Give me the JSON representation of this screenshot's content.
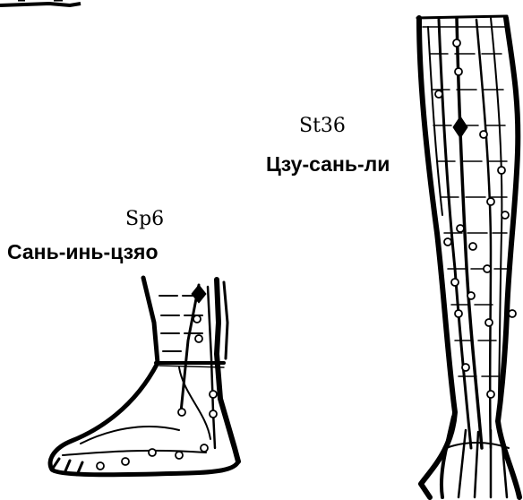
{
  "points": [
    {
      "code": "Sp6",
      "name": "Сань-инь-цзяо"
    },
    {
      "code": "St36",
      "name": "Цзу-сань-ли"
    }
  ],
  "colors": {
    "ink": "#000000",
    "background": "#ffffff"
  }
}
